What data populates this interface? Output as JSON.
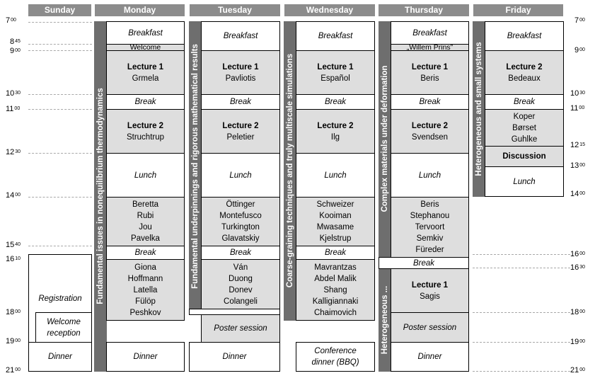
{
  "days": [
    "Sunday",
    "Monday",
    "Tuesday",
    "Wednesday",
    "Thursday",
    "Friday"
  ],
  "times_left": [
    {
      "h": "7",
      "m": "00"
    },
    {
      "h": "8",
      "m": "45"
    },
    {
      "h": "9",
      "m": "00"
    },
    {
      "h": "10",
      "m": "30"
    },
    {
      "h": "11",
      "m": "00"
    },
    {
      "h": "12",
      "m": "30"
    },
    {
      "h": "14",
      "m": "00"
    },
    {
      "h": "15",
      "m": "40"
    },
    {
      "h": "16",
      "m": "10"
    },
    {
      "h": "18",
      "m": "00"
    },
    {
      "h": "19",
      "m": "00"
    },
    {
      "h": "21",
      "m": "00"
    }
  ],
  "times_right": [
    {
      "h": "7",
      "m": "00"
    },
    {
      "h": "9",
      "m": "00"
    },
    {
      "h": "10",
      "m": "30"
    },
    {
      "h": "11",
      "m": "00"
    },
    {
      "h": "12",
      "m": "15"
    },
    {
      "h": "13",
      "m": "00"
    },
    {
      "h": "14",
      "m": "00"
    },
    {
      "h": "16",
      "m": "00"
    },
    {
      "h": "16",
      "m": "30"
    },
    {
      "h": "18",
      "m": "00"
    },
    {
      "h": "19",
      "m": "00"
    },
    {
      "h": "21",
      "m": "00"
    }
  ],
  "themes": {
    "monday": "Fundamental issues in nonequilibrium thermodynamics",
    "tuesday": "Fundamental underpinnings and rigorous mathematical results",
    "wednesday": "Coarse-graining techniques and truly multiscale simulations",
    "thursday_top": "Complex materials under deformation",
    "thursday_bottom": "Heterogeneous ...",
    "friday": "Heterogeneous and small systems"
  },
  "sunday": {
    "registration": "Registration",
    "welcome_reception": [
      "Welcome",
      "reception"
    ],
    "dinner": "Dinner"
  },
  "monday": {
    "breakfast": "Breakfast",
    "welcome": "Welcome",
    "lecture1": {
      "title": "Lecture 1",
      "speaker": "Grmela"
    },
    "break1": "Break",
    "lecture2": {
      "title": "Lecture 2",
      "speaker": "Struchtrup"
    },
    "lunch": "Lunch",
    "afternoon1": [
      "Beretta",
      "Rubi",
      "Jou",
      "Pavelka"
    ],
    "break2": "Break",
    "afternoon2": [
      "Giona",
      "Hoffmann",
      "Latella",
      "Fülöp",
      "Peshkov"
    ],
    "dinner": "Dinner"
  },
  "tuesday": {
    "breakfast": "Breakfast",
    "lecture1": {
      "title": "Lecture 1",
      "speaker": "Pavliotis"
    },
    "break1": "Break",
    "lecture2": {
      "title": "Lecture 2",
      "speaker": "Peletier"
    },
    "lunch": "Lunch",
    "afternoon1": [
      "Öttinger",
      "Montefusco",
      "Turkington",
      "Glavatskiy"
    ],
    "break2": "Break",
    "afternoon2": [
      "Ván",
      "Duong",
      "Donev",
      "Colangeli"
    ],
    "poster": "Poster session",
    "dinner": "Dinner"
  },
  "wednesday": {
    "breakfast": "Breakfast",
    "lecture1": {
      "title": "Lecture 1",
      "speaker": "Español"
    },
    "break1": "Break",
    "lecture2": {
      "title": "Lecture 2",
      "speaker": "Ilg"
    },
    "lunch": "Lunch",
    "afternoon1": [
      "Schweizer",
      "Kooiman",
      "Mwasame",
      "Kjelstrup"
    ],
    "break2": "Break",
    "afternoon2": [
      "Mavrantzas",
      "Abdel Malik",
      "Shang",
      "Kalligiannaki",
      "Chaimovich"
    ],
    "dinner": [
      "Conference",
      "dinner (BBQ)"
    ]
  },
  "thursday": {
    "breakfast": "Breakfast",
    "willem": "„Willem Prins”",
    "lecture1": {
      "title": "Lecture 1",
      "speaker": "Beris"
    },
    "break1": "Break",
    "lecture2": {
      "title": "Lecture 2",
      "speaker": "Svendsen"
    },
    "lunch": "Lunch",
    "afternoon1": [
      "Beris",
      "Stephanou",
      "Tervoort",
      "Semkiv",
      "Füreder"
    ],
    "break2": "Break",
    "lecture3": {
      "title": "Lecture 1",
      "speaker": "Sagis"
    },
    "poster": "Poster session",
    "dinner": "Dinner"
  },
  "friday": {
    "breakfast": "Breakfast",
    "lecture2": {
      "title": "Lecture 2",
      "speaker": "Bedeaux"
    },
    "break1": "Break",
    "talks": [
      "Koper",
      "Børset",
      "Guhlke"
    ],
    "discussion": "Discussion",
    "lunch": "Lunch"
  }
}
